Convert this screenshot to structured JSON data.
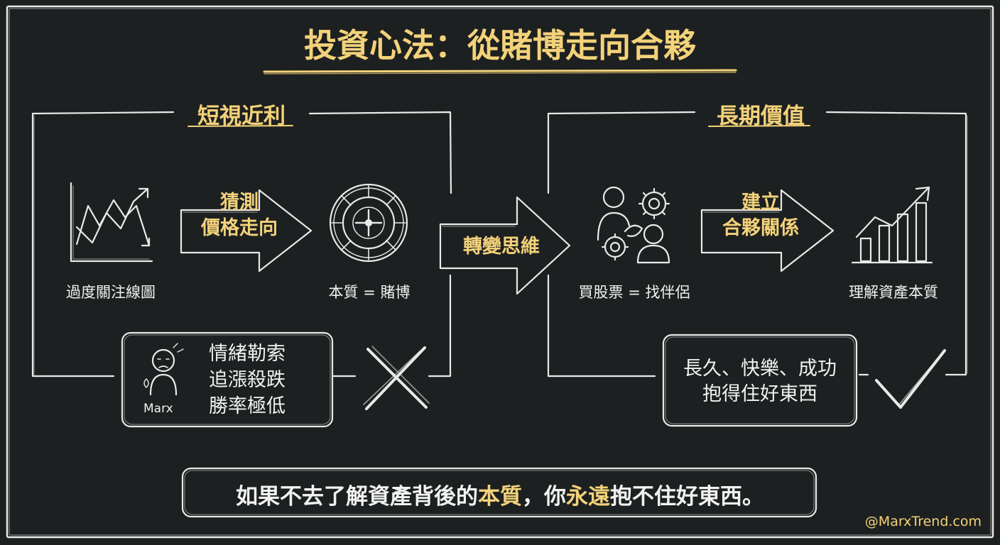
{
  "title": "投資心法：從賭博走向合夥",
  "left_section": {
    "heading": "短視近利",
    "chart_caption": "過度關注線圖",
    "arrow_text": [
      "猜測",
      "價格走向"
    ],
    "roulette_caption": "本質 = 賭博",
    "box_person_label": "Marx",
    "box_lines": [
      "情緒勒索",
      "追漲殺跌",
      "勝率極低"
    ]
  },
  "transition_arrow": "轉變思維",
  "right_section": {
    "heading": "長期價值",
    "partners_caption": "買股票 = 找伴侶",
    "arrow_text": [
      "建立",
      "合夥關係"
    ],
    "chart_caption": "理解資產本質",
    "box_lines": [
      "長久、快樂、成功",
      "抱得住好東西"
    ]
  },
  "bottom_message": {
    "part1": "如果不去了解資產背後的",
    "highlight1": "本質",
    "part2": "，你",
    "highlight2": "永遠",
    "part3": "抱不住好東西。"
  },
  "credit": "@MarxTrend.com",
  "colors": {
    "accent": "#f3d27a",
    "background": "#1d2020",
    "chalk": "#e9e9e9"
  }
}
